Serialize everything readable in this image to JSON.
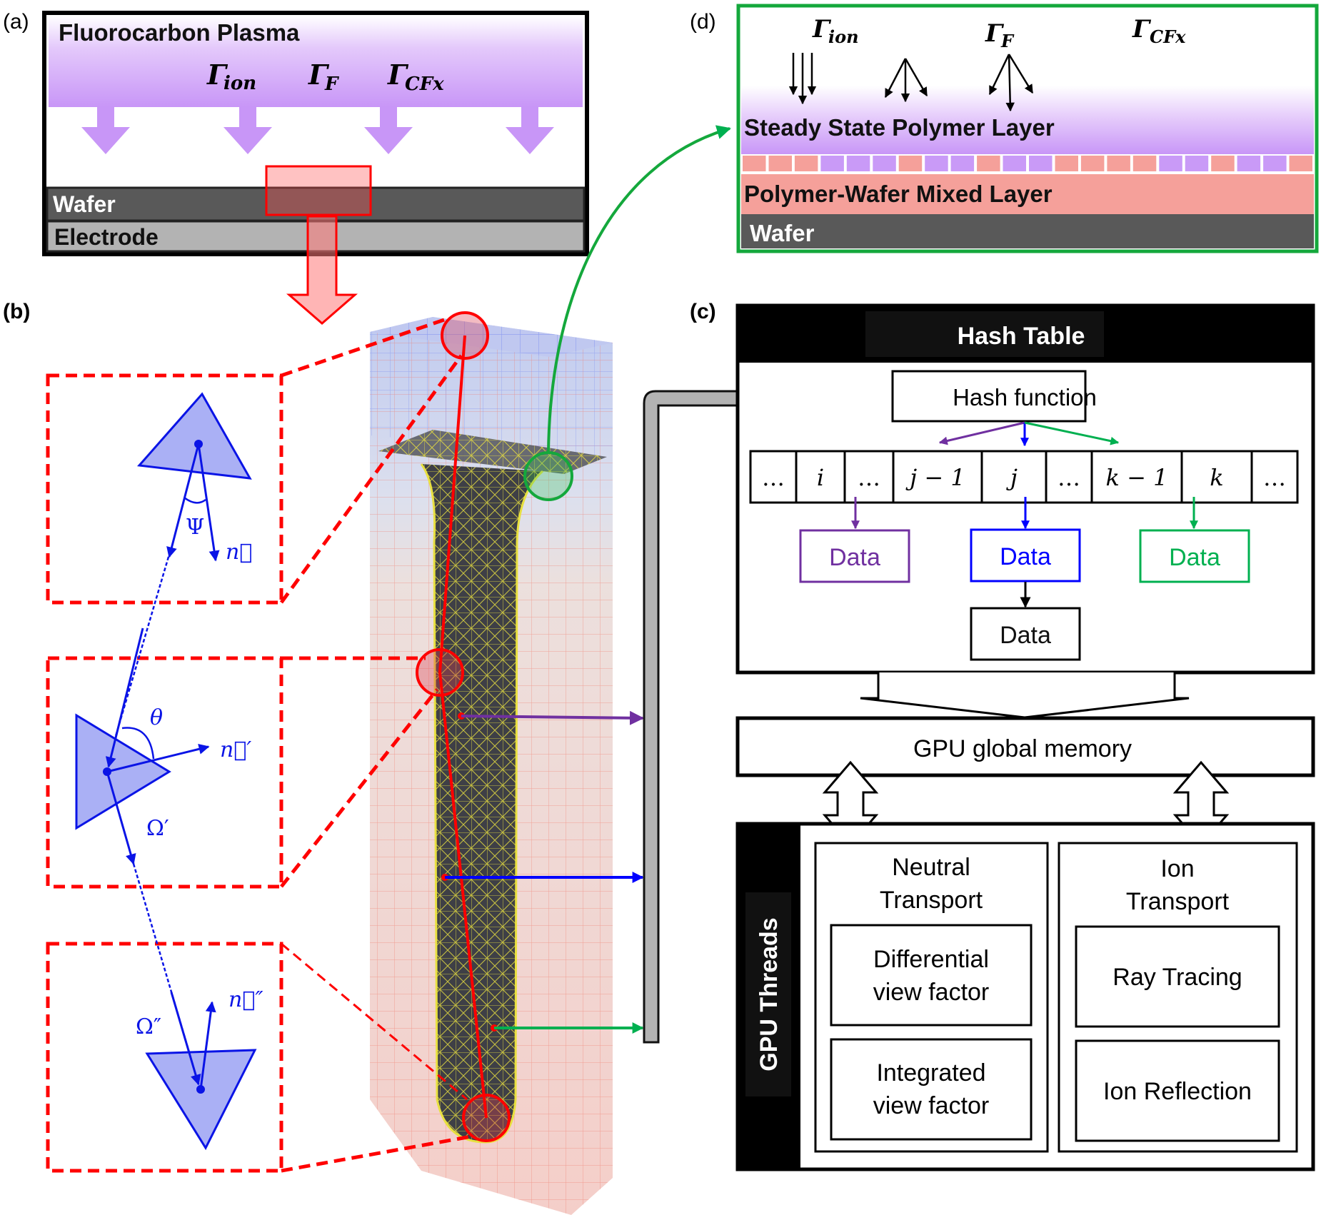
{
  "panels": {
    "a": {
      "label": "(a)",
      "plasma_title": "Fluorocarbon Plasma",
      "flux_ion": {
        "base": "Γ",
        "sub": "ion"
      },
      "flux_f": {
        "base": "Γ",
        "sub": "F"
      },
      "flux_cfx": {
        "base": "Γ",
        "sub": "CFx"
      },
      "wafer_label": "Wafer",
      "electrode_label": "Electrode"
    },
    "b": {
      "label": "(b)",
      "psi": "Ψ",
      "n": "n⃗",
      "theta": "θ",
      "n_prime": "n⃗′",
      "omega_prime": "Ω′",
      "omega_dprime": "Ω″",
      "n_dprime": "n⃗″"
    },
    "c": {
      "label": "(c)",
      "hash_table_title": "Hash Table",
      "hash_function": "Hash function",
      "buckets": [
        "…",
        "i",
        "…",
        "j − 1",
        "j",
        "…",
        "k − 1",
        "k",
        "…"
      ],
      "data_purple": "Data",
      "data_blue": "Data",
      "data_green": "Data",
      "data_chain": "Data",
      "gpu_memory": "GPU global memory",
      "gpu_threads": "GPU Threads",
      "neutral_title": "Neutral\nTransport",
      "neutral_line1": "Neutral",
      "neutral_line2": "Transport",
      "diff_vf_1": "Differential",
      "diff_vf_2": "view factor",
      "int_vf_1": "Integrated",
      "int_vf_2": "view factor",
      "ion_line1": "Ion",
      "ion_line2": "Transport",
      "ray_tracing": "Ray Tracing",
      "ion_reflection": "Ion Reflection"
    },
    "d": {
      "label": "(d)",
      "flux_ion": {
        "base": "Γ",
        "sub": "ion"
      },
      "flux_f": {
        "base": "Γ",
        "sub": "F"
      },
      "flux_cfx": {
        "base": "Γ",
        "sub": "CFx"
      },
      "polymer_layer": "Steady State Polymer Layer",
      "mixed_layer": "Polymer-Wafer Mixed Layer",
      "wafer_label": "Wafer",
      "mixed_cells": [
        "p",
        "p",
        "p",
        "v",
        "v",
        "v",
        "p",
        "v",
        "v",
        "p",
        "v",
        "v",
        "p",
        "p",
        "p",
        "p",
        "v",
        "v",
        "p",
        "v",
        "v",
        "p"
      ]
    }
  },
  "colors": {
    "plasma": "#c99af7",
    "wafer": "#595959",
    "electrode": "#b3b3b3",
    "mixed": "#f5a09a",
    "highlight_red": "#ff0000",
    "facet_fill": "#aab0f5",
    "facet_stroke": "#0a14e6",
    "frame_green": "#14a83c",
    "purple": "#7030a0",
    "blue": "#0000ff",
    "green": "#00b050"
  }
}
